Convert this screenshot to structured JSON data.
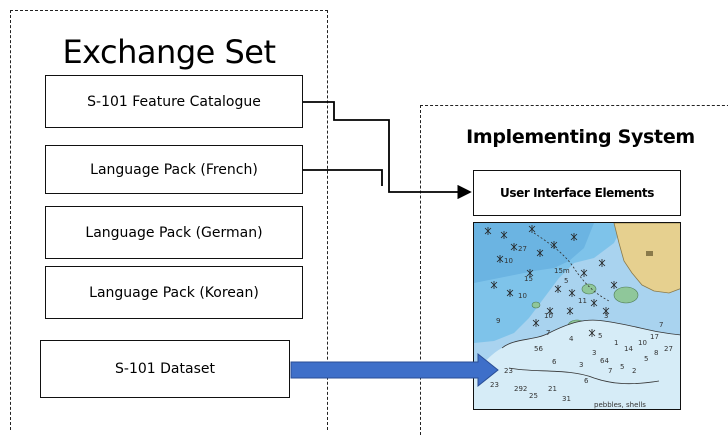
{
  "exchange_set": {
    "title": "Exchange Set",
    "items": [
      "S-101 Feature Catalogue",
      "Language Pack (French)",
      "Language Pack (German)",
      "Language Pack (Korean)"
    ],
    "dataset_label": "S-101 Dataset"
  },
  "implementing_system": {
    "title": "Implementing System",
    "ui_elements_label": "User Interface Elements"
  },
  "chart_soundings": [
    "27",
    "15",
    "10",
    "9",
    "11",
    "7",
    "4",
    "6",
    "3",
    "3",
    "5",
    "1",
    "14",
    "10",
    "17",
    "7",
    "5",
    "8",
    "27",
    "23",
    "23",
    "292",
    "25",
    "21",
    "31",
    "10",
    "5",
    "10",
    "56",
    "64",
    "7",
    "5",
    "2",
    "6",
    "15m",
    "3"
  ],
  "chart_annotation": "pebbles, shells",
  "colors": {
    "deep_water": "#a9d3ef",
    "shallow_water": "#7ec3ea",
    "land": "#e6d08f",
    "drying_area": "#8fc79a",
    "arrow_blue": "#3e6fc9"
  }
}
